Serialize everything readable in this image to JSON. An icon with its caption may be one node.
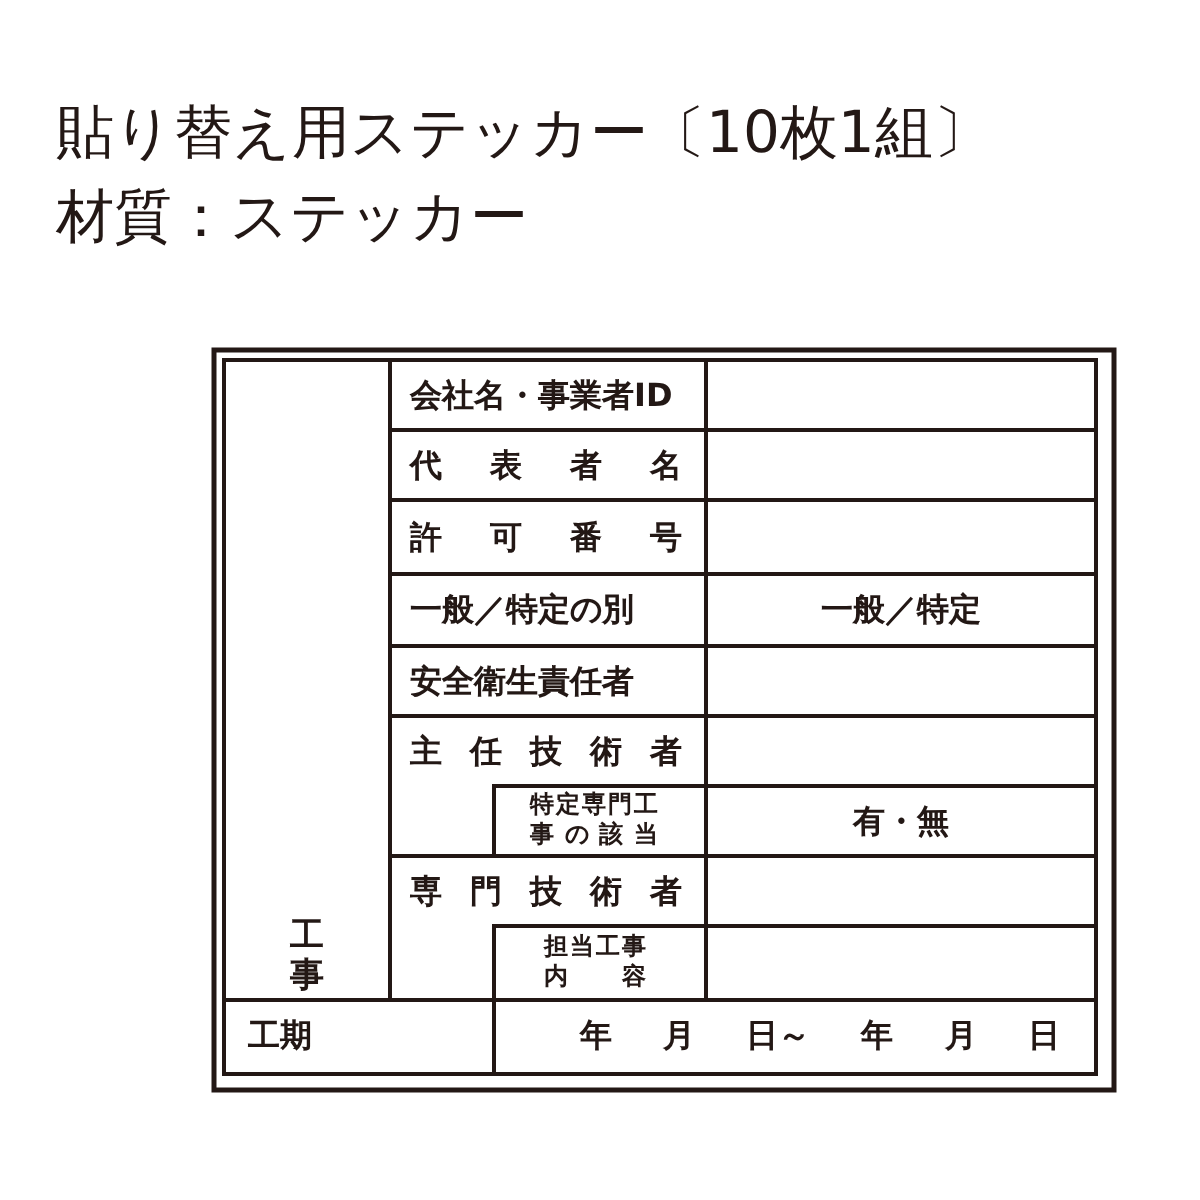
{
  "diagram": {
    "title": "貼り替え用ステッカー〔10枚1組〕",
    "labels": [
      "材質：ステッカー",
      "工事",
      "会社名・事業者ID",
      "代表者名",
      "許可番号",
      "一般／特定の別",
      "一般／特定",
      "安全衛生責任者",
      "主任技術者",
      "特定専門工事の該当",
      "有・無",
      "専門技術者",
      "担当工事内容",
      "工期",
      "年 月 日～ 年 月 日"
    ]
  }
}
